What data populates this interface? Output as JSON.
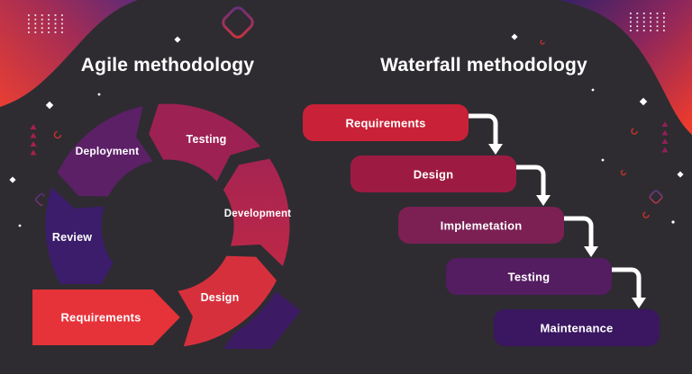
{
  "page": {
    "background_color": "#2e2c31"
  },
  "titles": {
    "agile": "Agile methodology",
    "waterfall": "Waterfall methodology"
  },
  "agile": {
    "entry_arrow": {
      "label": "Requirements",
      "color": "#e63239"
    },
    "cycle_tail_color": "#3d1a64",
    "segments": [
      {
        "label": "Design",
        "color": "#d7303d",
        "arc": [
          -84,
          -26
        ]
      },
      {
        "label": "Development",
        "color": "#c42943",
        "color2": "#a02355",
        "arc": [
          -21,
          34
        ]
      },
      {
        "label": "Testing",
        "color": "#9e2153",
        "arc": [
          39,
          95
        ]
      },
      {
        "label": "Deployment",
        "color": "#5c2067",
        "arc": [
          100,
          155
        ]
      },
      {
        "label": "Review",
        "color": "#3b1d6b",
        "arc": [
          160,
          216
        ]
      }
    ]
  },
  "waterfall": {
    "arrow_color": "#ffffff",
    "steps": [
      {
        "label": "Requirements",
        "color": "#c92137"
      },
      {
        "label": "Design",
        "color": "#9d1b43"
      },
      {
        "label": "Implemetation",
        "color": "#7c2054"
      },
      {
        "label": "Testing",
        "color": "#541c61"
      },
      {
        "label": "Maintenance",
        "color": "#3a1760"
      }
    ]
  },
  "decor": {
    "dot_color": "#ffffff",
    "triangle_left_color": "#a72148",
    "triangle_right_color": "#8f2058",
    "circle_outline_color": "#c2332f"
  }
}
